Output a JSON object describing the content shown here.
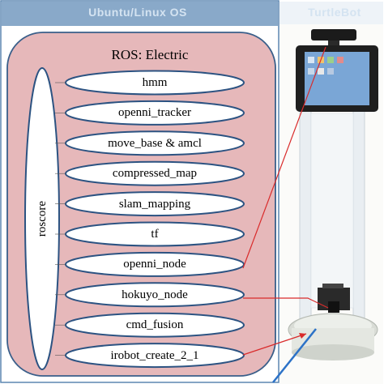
{
  "header": {
    "left_title": "Ubuntu/Linux OS",
    "right_title": "TurtleBot"
  },
  "diagram": {
    "ros_title": "ROS: Electric",
    "roscore_label": "roscore",
    "nodes": [
      "hmm",
      "openni_tracker",
      "move_base & amcl",
      "compressed_map",
      "slam_mapping",
      "tf",
      "openni_node",
      "hokuyo_node",
      "cmd_fusion",
      "irobot_create_2_1"
    ]
  },
  "colors": {
    "panel_border": "#5b86b0",
    "header_fill": "#89a9c9",
    "ros_fill": "#e6b8ba",
    "ros_border": "#3a5f8a",
    "node_fill": "#ffffff",
    "node_border": "#2c5382",
    "connector": "#d92b2b",
    "blue_line": "#2c72c7"
  }
}
